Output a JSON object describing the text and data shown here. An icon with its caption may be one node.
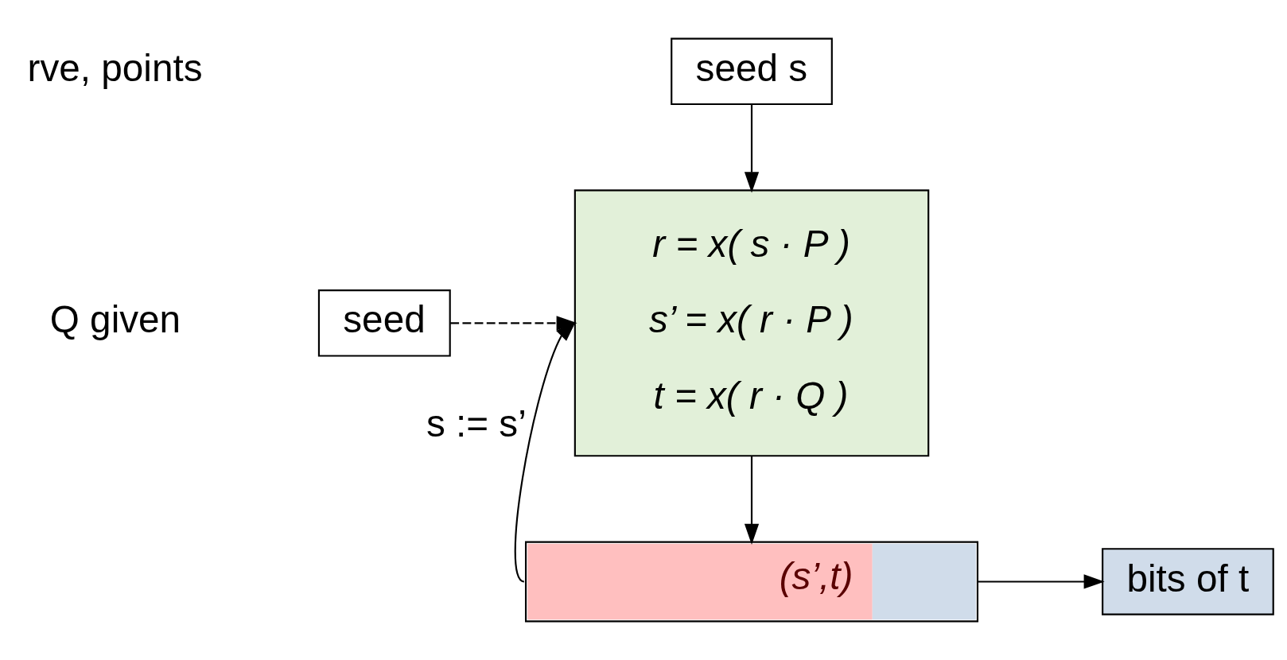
{
  "diagram": {
    "nodes": [
      {
        "text": [
          "seed s"
        ]
      },
      {
        "text": [
          "r = x( s · P )",
          "s’ = x( r · P )",
          "t = x( r · Q )"
        ]
      },
      {
        "text": [
          "seed"
        ]
      },
      {
        "text": [
          "(s’,t)"
        ]
      },
      {
        "text": [
          "bits of t"
        ]
      }
    ],
    "edges": [
      {
        "from": 0,
        "to": 1,
        "arrow": "to"
      },
      {
        "from": 2,
        "to": 1,
        "arrow": "to",
        "style": "dashed"
      },
      {
        "from": 3,
        "to": 1,
        "arrow": "to",
        "label": "s := s’"
      },
      {
        "from": 1,
        "to": 3,
        "arrow": "to"
      },
      {
        "from": 3,
        "to": 4,
        "arrow": "to"
      }
    ],
    "labels": [
      "rve, points",
      "Q given"
    ]
  }
}
